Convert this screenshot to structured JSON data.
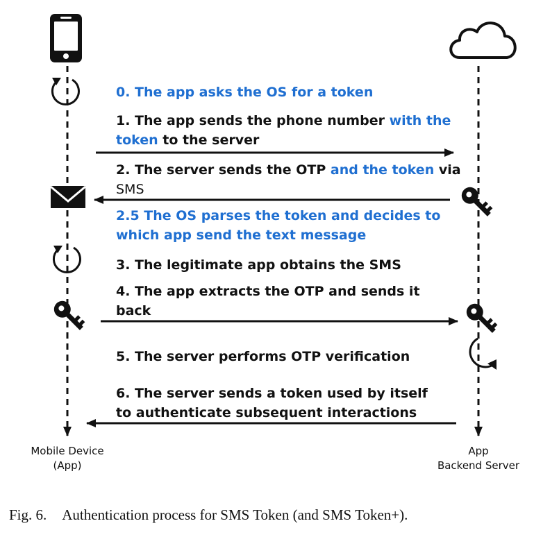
{
  "colors": {
    "ink": "#111111",
    "accent": "#1f6fd1"
  },
  "actors": {
    "left": {
      "icon": "smartphone-icon",
      "label_line1": "Mobile Device",
      "label_line2": "(App)"
    },
    "right": {
      "icon": "cloud-icon",
      "label_line1": "App",
      "label_line2": "Backend Server"
    }
  },
  "steps": {
    "s0": "0. The app asks the OS for a token",
    "s1_a": "1. The app sends the phone number ",
    "s1_b": "with the",
    "s1_c": "token",
    "s1_d": " to the server",
    "s2_a": "2. The server sends the OTP ",
    "s2_b": "and the token",
    "s2_c": " via",
    "s2_d": "SMS",
    "s25_a": "2.5 The OS parses the token and decides to",
    "s25_b": "which app send the text message",
    "s3": "3. The legitimate app obtains the SMS",
    "s4_a": "4. The app extracts the OTP and sends it",
    "s4_b": "back",
    "s5": "5. The server performs OTP verification",
    "s6_a": "6. The server sends a token used by itself",
    "s6_b": "to authenticate subsequent interactions"
  },
  "caption": {
    "label": "Fig. 6.",
    "text": "Authentication process for SMS Token (and SMS Token+)."
  }
}
